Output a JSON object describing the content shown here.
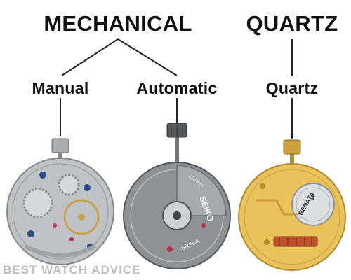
{
  "headings": {
    "mechanical": "MECHANICAL",
    "quartz": "QUARTZ"
  },
  "subheadings": {
    "manual": "Manual",
    "automatic": "Automatic",
    "quartz": "Quartz"
  },
  "movements": {
    "automatic": {
      "brand_text": "SEIKO",
      "caliber_text": "6R35A",
      "country_text": "JAPAN"
    },
    "quartz": {
      "battery_text": "RENATA",
      "battery_sign": "+"
    }
  },
  "watermark": "BEST WATCH ADVICE",
  "colors": {
    "text": "#111111",
    "line": "#222222",
    "silver_plate": "#bfc3c7",
    "steel_plate": "#8e9297",
    "gold_plate": "#e9c25a",
    "ruby": "#b8334b",
    "coil": "#c0502a",
    "watermark": "#aaaaaa"
  }
}
